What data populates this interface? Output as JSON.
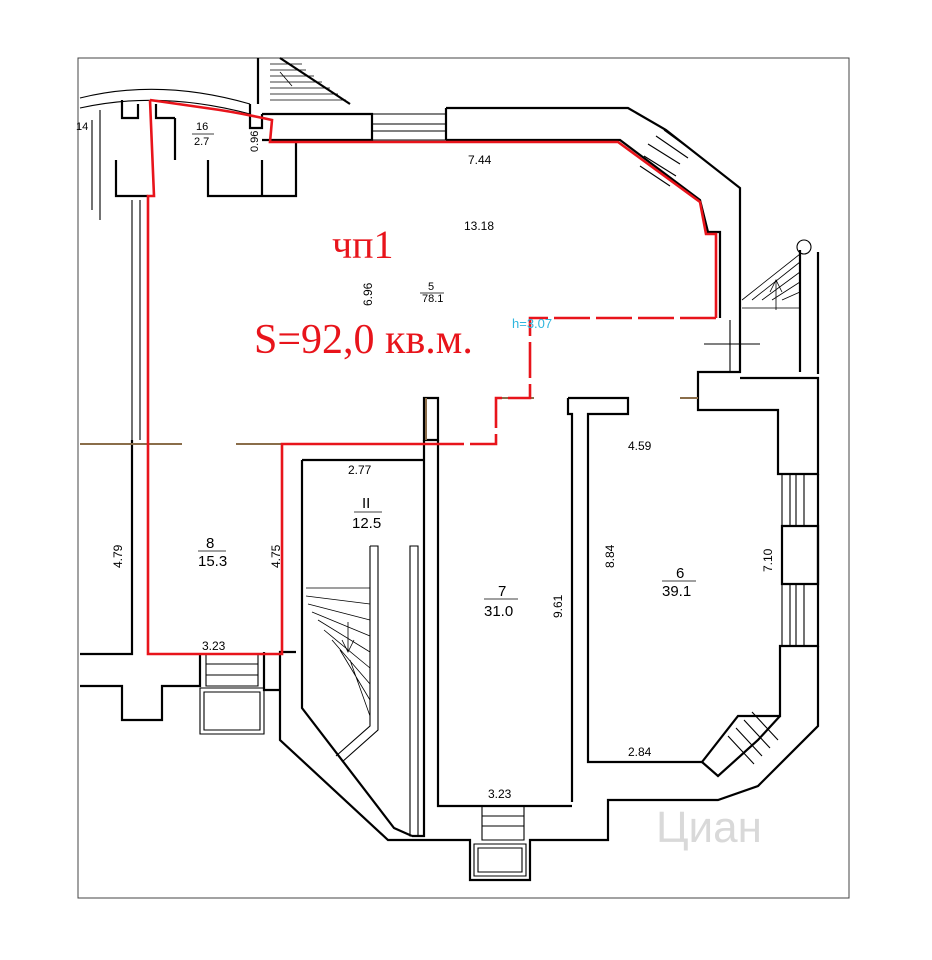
{
  "premise": {
    "label": "чп1",
    "area_text": "S=92,0 кв.м.",
    "ceiling_height": "h=3.07",
    "outline_color": "#e8141b"
  },
  "rooms": [
    {
      "number": "16",
      "area": "2.7"
    },
    {
      "number": "14",
      "area": ""
    },
    {
      "number": "5",
      "area": "78.1"
    },
    {
      "number": "8",
      "area": "15.3"
    },
    {
      "number": "II",
      "area": "12.5"
    },
    {
      "number": "7",
      "area": "31.0"
    },
    {
      "number": "6",
      "area": "39.1"
    }
  ],
  "dimensions": {
    "d_096": "0.96",
    "d_744": "7.44",
    "d_1318": "13.18",
    "d_696": "6.96",
    "d_479": "4.79",
    "d_475": "4.75",
    "d_323_a": "3.23",
    "d_277": "2.77",
    "d_961": "9.61",
    "d_323_b": "3.23",
    "d_459": "4.59",
    "d_884": "8.84",
    "d_710": "7.10",
    "d_284": "2.84"
  },
  "watermark": "Циан"
}
